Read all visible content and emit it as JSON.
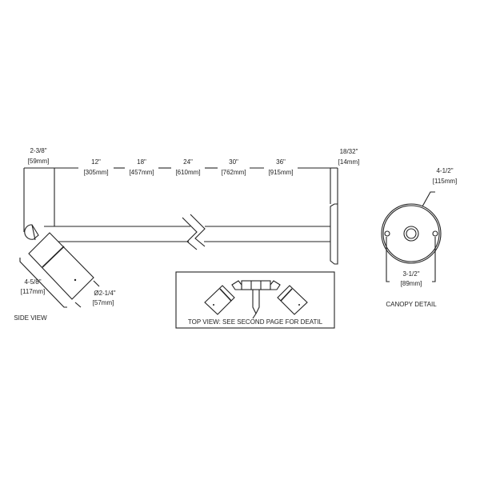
{
  "side_view": {
    "label": "SIDE VIEW",
    "offset_in": "2-3/8\"",
    "offset_mm": "[59mm]",
    "lengths": [
      {
        "in": "12\"",
        "mm": "[305mm]"
      },
      {
        "in": "18\"",
        "mm": "[457mm]"
      },
      {
        "in": "24\"",
        "mm": "[610mm]"
      },
      {
        "in": "30\"",
        "mm": "[762mm]"
      },
      {
        "in": "36\"",
        "mm": "[915mm]"
      }
    ],
    "plate_in": "18/32\"",
    "plate_mm": "[14mm]",
    "head_length_in": "4-5/8\"",
    "head_length_mm": "[117mm]",
    "head_dia_in": "Ø2-1/4\"",
    "head_dia_mm": "[57mm]"
  },
  "top_view": {
    "label": "TOP VIEW: SEE SECOND PAGE FOR DEATIL"
  },
  "canopy": {
    "label": "CANOPY DETAIL",
    "dia_in": "4-1/2\"",
    "dia_mm": "[115mm]",
    "hole_in": "3-1/2\"",
    "hole_mm": "[89mm]"
  }
}
